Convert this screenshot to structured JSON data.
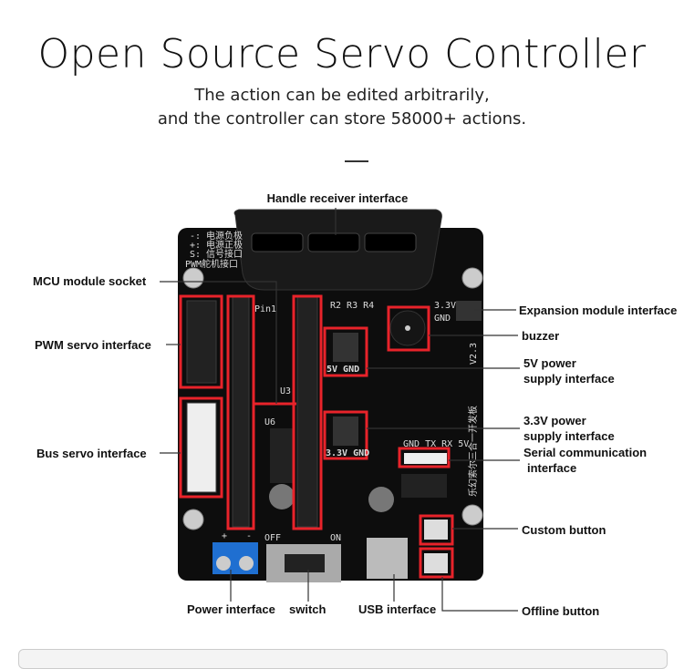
{
  "header": {
    "title": "Open Source Servo Controller",
    "subtitle_line1": "The action can be edited arbitrarily,",
    "subtitle_line2": "and the controller can store 58000+ actions."
  },
  "annotations": {
    "handle_receiver": "Handle receiver interface",
    "mcu_socket": "MCU module socket",
    "pwm_servo": "PWM servo interface",
    "bus_servo": "Bus servo interface",
    "expansion": "Expansion module interface",
    "buzzer": "buzzer",
    "power_5v_1": "5V power",
    "power_5v_2": "supply interface",
    "power_33v_1": "3.3V power",
    "power_33v_2": "supply interface",
    "serial_1": "Serial communication",
    "serial_2": "interface",
    "custom_button": "Custom button",
    "offline_button": "Offline button",
    "power_interface": "Power interface",
    "switch": "switch",
    "usb_interface": "USB interface"
  },
  "board": {
    "pwm_label": "PWM舵机接口",
    "legend": [
      "-: 电源负极",
      "+: 电源正极",
      "S: 信号接口"
    ],
    "label_5v": "5V GND",
    "label_33v": "3.3V GND",
    "version": "V2.3",
    "name": "乐幻索尔三合一开发板",
    "pin1": "Pin1",
    "resistors": "R2 R3 R4",
    "u3": "U3",
    "u6": "U6",
    "off": "OFF",
    "on": "ON",
    "plus": "+",
    "minus": "-",
    "serial_pins": "GND TX RX 5V",
    "exp_33v": "3.3V",
    "exp_gnd": "GND"
  },
  "colors": {
    "highlight": "#e8232a",
    "board": "#0d0d0d",
    "terminal": "#1f6fd1"
  }
}
